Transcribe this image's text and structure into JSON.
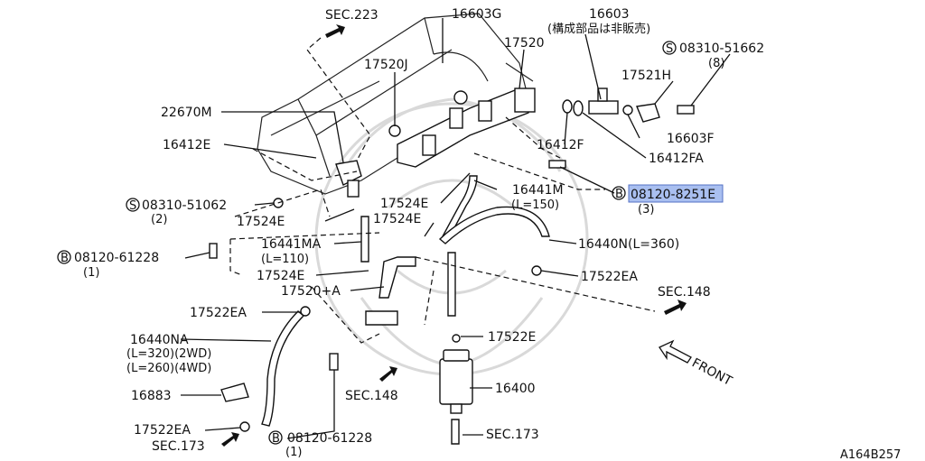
{
  "labels": {
    "sec223": "SEC.223",
    "p16603g": "16603G",
    "p16603": "16603",
    "p16603_note": "(構成部品は非販売)",
    "p17520": "17520",
    "s0831051662": "08310-51662",
    "qty8": "(8)",
    "p17520j": "17520J",
    "p17521h": "17521H",
    "p22670m": "22670M",
    "p16603f": "16603F",
    "p16412e": "16412E",
    "p16412f": "16412F",
    "p16412fa": "16412FA",
    "p16441m": "16441M",
    "l150": "(L=150)",
    "p17524e_a": "17524E",
    "b0812082511e": "08120-8251E",
    "qty3": "(3)",
    "s0831051062": "08310-51062",
    "qty2": "(2)",
    "p17524e_b": "17524E",
    "p17524e_c": "17524E",
    "p16441ma": "16441MA",
    "l110": "(L=110)",
    "p16440n": "16440N(L=360)",
    "b0812061228_a": "08120-61228",
    "qty1_a": "(1)",
    "p17524e_d": "17524E",
    "p17522ea_a": "17522EA",
    "p17520a": "17520+A",
    "sec148_a": "SEC.148",
    "p17522ea_b": "17522EA",
    "p16440na": "16440NA",
    "l320": "(L=320)(2WD)",
    "l260": "(L=260)(4WD)",
    "p17522e": "17522E",
    "front": "FRONT",
    "p16883": "16883",
    "sec148_b": "SEC.148",
    "p16400": "16400",
    "p17522ea_c": "17522EA",
    "sec173_a": "SEC.173",
    "sec173_b": "SEC.173",
    "b0812061228_b": "08120-61228",
    "qty1_b": "(1)",
    "ref": "A164B257"
  },
  "symbols": {
    "s": "S",
    "b": "B"
  },
  "colors": {
    "line": "#111111",
    "highlight": "#a9bff0",
    "highlight_border": "#5470c4",
    "watermark": "#d9d9d9"
  }
}
